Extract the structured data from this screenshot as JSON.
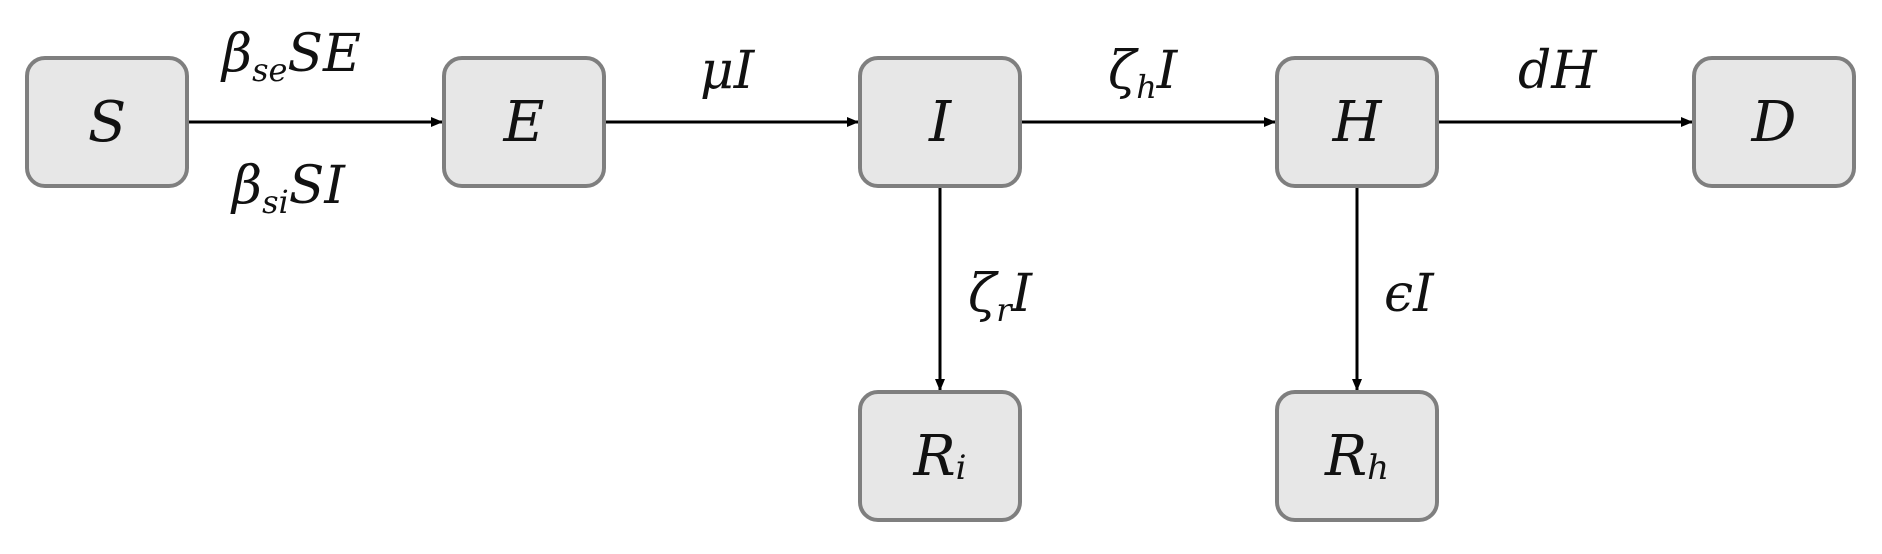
{
  "nodes": [
    {
      "id": "S",
      "main": "S",
      "sub": ""
    },
    {
      "id": "E",
      "main": "E",
      "sub": ""
    },
    {
      "id": "I",
      "main": "I",
      "sub": ""
    },
    {
      "id": "H",
      "main": "H",
      "sub": ""
    },
    {
      "id": "D",
      "main": "D",
      "sub": ""
    },
    {
      "id": "Ri",
      "main": "R",
      "sub": "i"
    },
    {
      "id": "Rh",
      "main": "R",
      "sub": "h"
    }
  ],
  "edges": [
    {
      "from": "S",
      "to": "E",
      "labels": [
        {
          "pre": "β",
          "sub": "se",
          "post": "SE"
        },
        {
          "pre": "β",
          "sub": "si",
          "post": "SI"
        }
      ]
    },
    {
      "from": "E",
      "to": "I",
      "labels": [
        {
          "pre": "μI",
          "sub": "",
          "post": ""
        }
      ]
    },
    {
      "from": "I",
      "to": "H",
      "labels": [
        {
          "pre": "ζ",
          "sub": "h",
          "post": "I"
        }
      ]
    },
    {
      "from": "H",
      "to": "D",
      "labels": [
        {
          "pre": "dH",
          "sub": "",
          "post": ""
        }
      ]
    },
    {
      "from": "I",
      "to": "Ri",
      "labels": [
        {
          "pre": "ζ",
          "sub": "r",
          "post": "I"
        }
      ]
    },
    {
      "from": "H",
      "to": "Rh",
      "labels": [
        {
          "pre": "ϵI",
          "sub": "",
          "post": ""
        }
      ]
    }
  ],
  "colors": {
    "node_fill": "#e7e7e7",
    "node_border": "#7f7f7f",
    "edge": "#000000",
    "text": "#111111"
  }
}
